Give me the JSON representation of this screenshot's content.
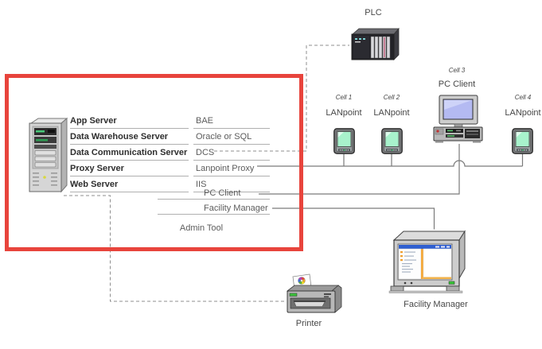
{
  "plc": {
    "label": "PLC"
  },
  "cells": [
    {
      "name": "Cell 1",
      "device": "LANpoint"
    },
    {
      "name": "Cell 2",
      "device": "LANpoint"
    },
    {
      "name": "Cell 3",
      "device": "PC Client"
    },
    {
      "name": "Cell 4",
      "device": "LANpoint"
    }
  ],
  "server": {
    "rows": [
      {
        "label": "App Server",
        "value": "BAE"
      },
      {
        "label": "Data Warehouse Server",
        "value": "Oracle or SQL"
      },
      {
        "label": "Data Communication Server",
        "value": "DCS"
      },
      {
        "label": "Proxy Server",
        "value": "Lanpoint Proxy"
      },
      {
        "label": "Web Server",
        "value": "IIS"
      }
    ],
    "client_rows": [
      {
        "label": "PC Client"
      },
      {
        "label": "Facility Manager"
      }
    ],
    "admin_label": "Admin Tool"
  },
  "printer": {
    "label": "Printer"
  },
  "facility_manager": {
    "label": "Facility Manager"
  },
  "icons": {
    "server_tower": "server-tower-icon",
    "plc": "plc-icon",
    "lanpoint": "handheld-terminal-icon",
    "pc_client": "desktop-computer-icon",
    "facility_manager": "panel-computer-icon",
    "printer": "printer-icon"
  },
  "colors": {
    "highlight_red": "#e8443c",
    "connector_gray": "#7a7a7a",
    "dashed_gray": "#8f8f8f",
    "underline_gray": "#b0b0b0",
    "lanpoint_screen_green": "#a8f2cc",
    "pc_screen_blue": "#b4baf2",
    "fm_titlebar_blue": "#2f5fd0",
    "fm_accent_orange": "#f5a93a"
  }
}
